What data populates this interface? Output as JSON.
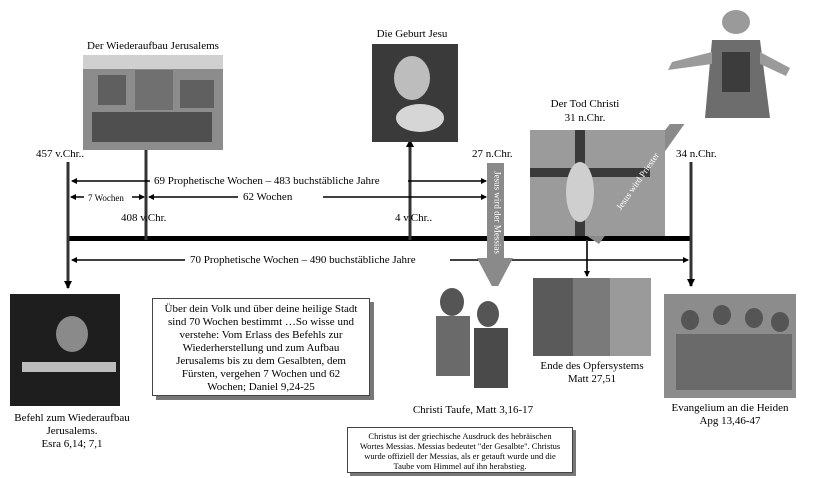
{
  "labels": {
    "rebuild_title": "Der Wiederaufbau  Jerusalems",
    "birth_title": "Die Geburt Jesu",
    "death_title_1": "Der Tod  Christi",
    "death_title_2": "31 n.Chr.",
    "date_457": "457 v.Chr..",
    "date_27": "27 n.Chr.",
    "date_34": "34 n.Chr.",
    "date_408": "408 v.Chr.",
    "date_4": "4 v.Chr..",
    "span_69": "69 Prophetische Wochen – 483 buchstäbliche Jahre",
    "span_7": "7 Wochen",
    "span_62": "62 Wochen",
    "span_70": "70 Prophetische Wochen – 490 buchstäbliche Jahre",
    "messiah_arrow": "Jesus wird der Messias",
    "priest_arrow": "Jesus wird Priester",
    "decree_1": "Befehl zum Wiederaufbau",
    "decree_2": "Jerusalems.",
    "decree_3": "Esra 6,14;  7,1",
    "baptism": "Christi Taufe, Matt 3,16-17",
    "sacrifice_1": "Ende des Opfersystems",
    "sacrifice_2": "Matt 27,51",
    "gentiles_1": "Evangelium  an die Heiden",
    "gentiles_2": "Apg 13,46-47"
  },
  "quote_box": {
    "line1": "Über dein Volk und über deine heilige  Stadt",
    "line2": "sind 70 Wochen bestimmt  …So wisse und",
    "line3": "verstehe: Vom Erlass des Befehls zur",
    "line4": "Wiederherstellung und zum Aufbau",
    "line5": "Jerusalems bis zu dem Gesalbten, dem",
    "line6": "Fürsten, vergehen 7 Wochen und 62",
    "line7": "Wochen; Daniel 9,24-25"
  },
  "note_box": {
    "line1": "Christus ist der griechische  Ausdruck des hebräischen",
    "line2": "Wortes Messias. Messias bedeutet \"der Gesalbte\". Christus",
    "line3": "wurde offiziell der  Messias, als er getauft wurde und die",
    "line4": "Taube vom Himmel auf ihn herabstieg."
  }
}
